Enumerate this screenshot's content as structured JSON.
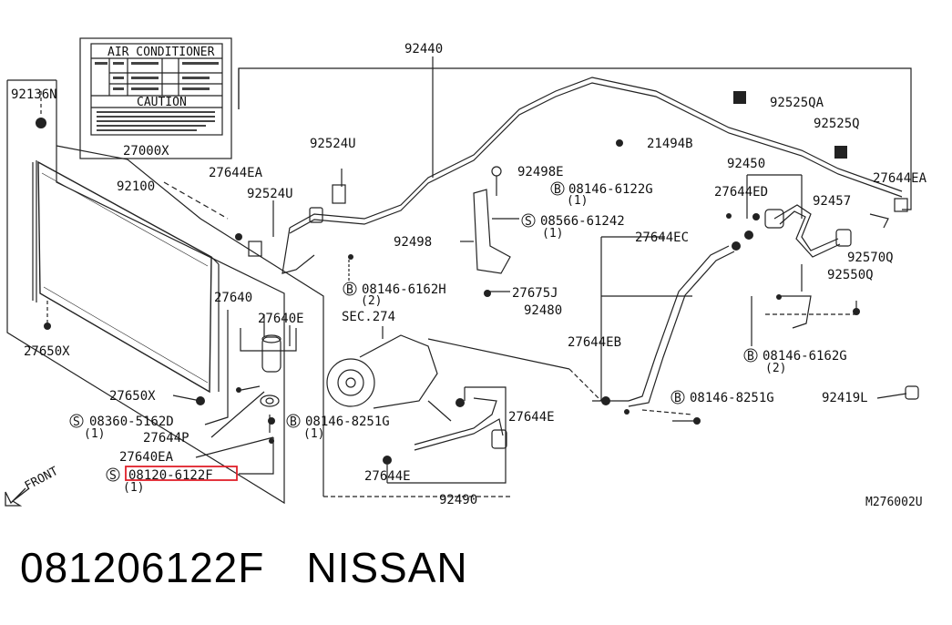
{
  "label_card": {
    "title": "AIR CONDITIONER",
    "caution": "CAUTION",
    "part": "27000X"
  },
  "parts": {
    "p92440": "92440",
    "p92136N": "92136N",
    "p92525QA": "92525QA",
    "p92525Q": "92525Q",
    "p92524U_a": "92524U",
    "p92524U_b": "92524U",
    "p27644EA_a": "27644EA",
    "p27644EA_b": "27644EA",
    "p21494B": "21494B",
    "p92498E": "92498E",
    "p92100": "92100",
    "b08146_6122G": "08146-6122G",
    "q1_a": "(1)",
    "p92450": "92450",
    "p27644ED": "27644ED",
    "p92457": "92457",
    "s08566_61242": "08566-61242",
    "q1_b": "(1)",
    "p92498": "92498",
    "p27644EC": "27644EC",
    "p92570Q": "92570Q",
    "p92550Q": "92550Q",
    "b08146_6162H": "08146-6162H",
    "q2_a": "(2)",
    "p27675J": "27675J",
    "p27640": "27640",
    "p27640E": "27640E",
    "sec274": "SEC.274",
    "p92480": "92480",
    "p27644EB": "27644EB",
    "b08146_6162G": "08146-6162G",
    "q2_b": "(2)",
    "p27650X_a": "27650X",
    "p27650X_b": "27650X",
    "b08146_8251G_a": "08146-8251G",
    "p92419L": "92419L",
    "s08360_5162D": "08360-5162D",
    "q1_c": "(1)",
    "b08146_8251G_b": "08146-8251G",
    "q1_d": "(1)",
    "p27644E": "27644E",
    "p27644P": "27644P",
    "p27640EA": "27640EA",
    "s08120_6122F": "08120-6122F",
    "q1_e": "(1)",
    "p27644E_b": "27644E",
    "p92490": "92490",
    "front": "FRONT",
    "code": "M276002U"
  },
  "circle_marks": {
    "b": "B",
    "s": "S"
  },
  "caption": {
    "part_number": "081206122F",
    "brand": "NISSAN"
  },
  "colors": {
    "highlight": "#e0202a",
    "ink": "#111111"
  }
}
